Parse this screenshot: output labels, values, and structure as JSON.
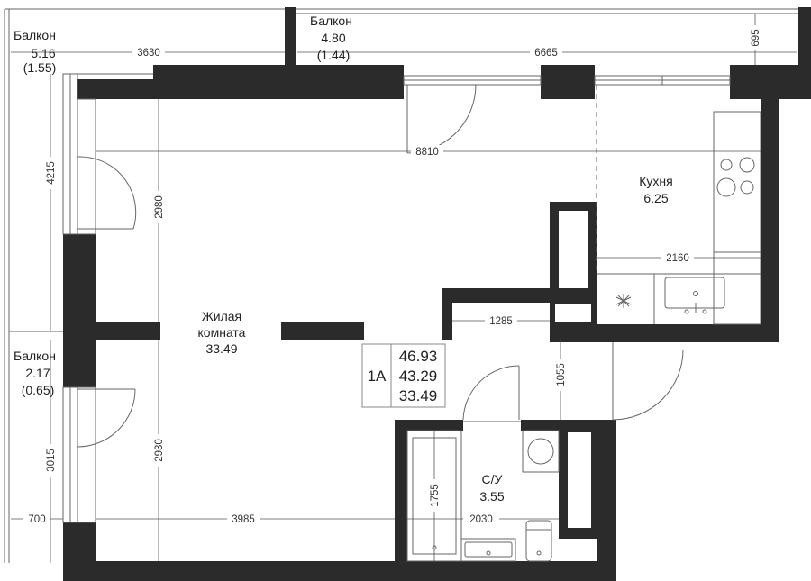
{
  "rooms": {
    "balcony_top_left": {
      "name": "Балкон",
      "area": "5.16",
      "area_alt": "(1.55)"
    },
    "balcony_top_mid": {
      "name": "Балкон",
      "area": "4.80",
      "area_alt": "(1.44)"
    },
    "balcony_left": {
      "name": "Балкон",
      "area": "2.17",
      "area_alt": "(0.65)"
    },
    "living": {
      "name1": "Жилая",
      "name2": "комната",
      "area": "33.49"
    },
    "kitchen": {
      "name": "Кухня",
      "area": "6.25"
    },
    "bathroom": {
      "name": "С/У",
      "area": "3.55"
    }
  },
  "summary": {
    "type": "1А",
    "total": "46.93",
    "living_area": "43.29",
    "rooms_area": "33.49"
  },
  "dimensions": {
    "d3630": "3630",
    "d6665": "6665",
    "d695": "695",
    "d4215": "4215",
    "d8810": "8810",
    "d2980": "2980",
    "d2160": "2160",
    "d1285": "1285",
    "d1055": "1055",
    "d3015": "3015",
    "d2930": "2930",
    "d1755": "1755",
    "d700": "700",
    "d3985": "3985",
    "d2030": "2030"
  }
}
